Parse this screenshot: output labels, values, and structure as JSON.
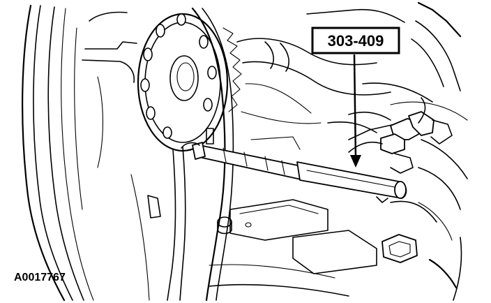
{
  "figure": {
    "callout": {
      "label": "303-409",
      "target": "tool"
    },
    "figure_id": "A0017767"
  }
}
